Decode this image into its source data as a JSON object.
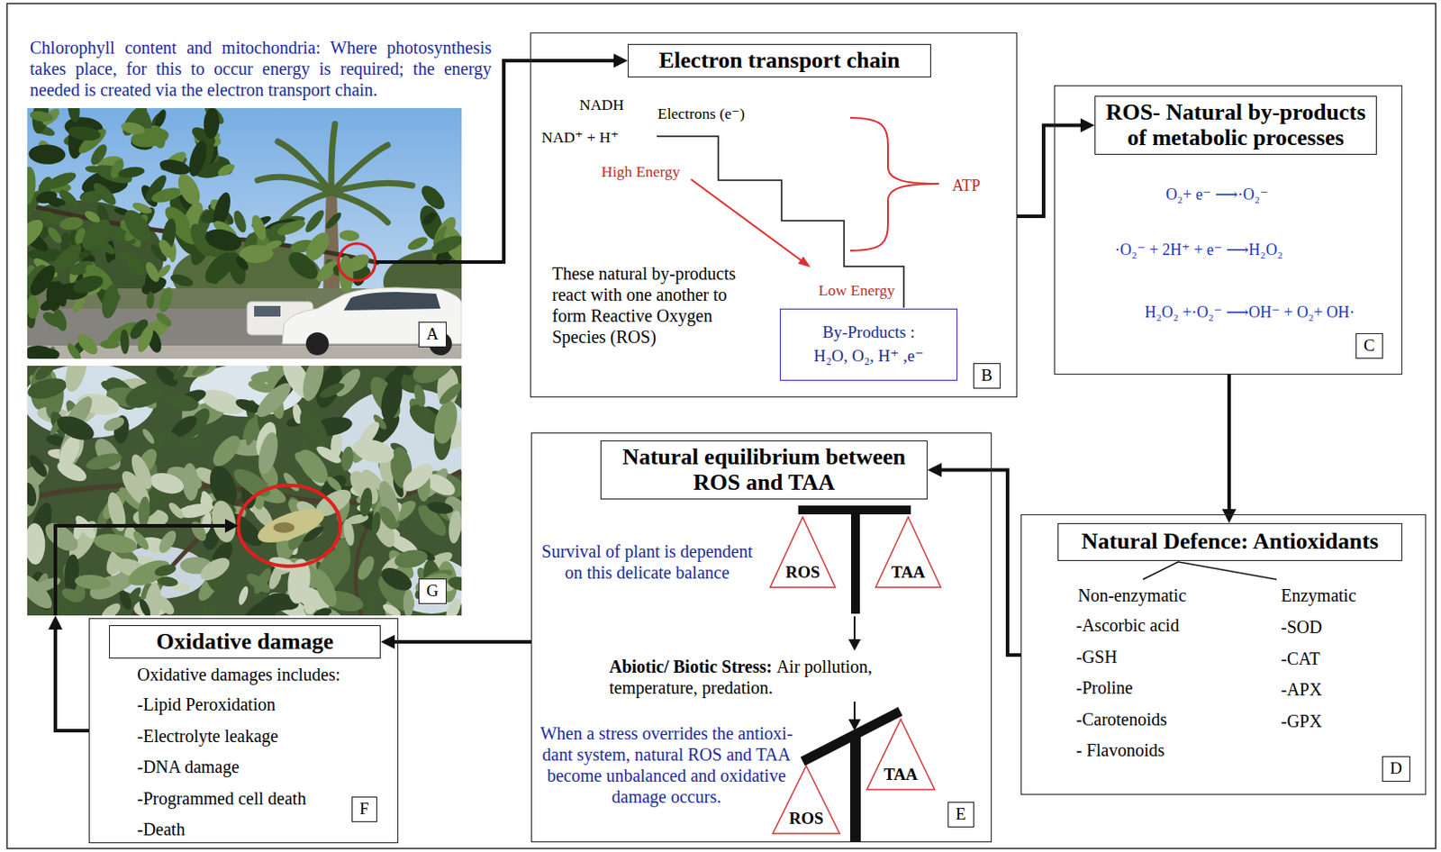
{
  "diagram": {
    "nodes": [
      {
        "text": [
          "A"
        ]
      },
      {
        "text": [
          "NADH",
          "NAD⁺ + H⁺",
          "Electrons (e⁻)",
          "High Energy",
          "ATP",
          "Low Energy",
          "These natural by-products react with one another to form Reactive Oxygen Species (ROS)",
          "B"
        ]
      },
      {
        "text": [
          "Electron transport chain"
        ],
        "in": 1
      },
      {
        "text": [
          "By-Products :",
          "H₂O, O₂, H⁺ ,e⁻"
        ],
        "in": 1
      },
      {
        "text": [
          "O₂+ e⁻ ⟶·O₂⁻",
          "·O₂⁻ + 2H⁺ + e⁻ ⟶H₂O₂",
          "H₂O₂ +·O₂⁻ ⟶OH⁻ + O₂+ OH·",
          "C"
        ]
      },
      {
        "text": [
          "ROS- Natural by-products of metabolic processes"
        ],
        "in": 4
      },
      {
        "text": [
          "G"
        ]
      },
      {
        "text": [
          "Survival of plant is dependent on this delicate balance",
          "Abiotic/ Biotic Stress:",
          "Air pollution, temperature, predation.",
          "When a stress overrides the antioxi- dant system, natural ROS and TAA become unbalanced and oxidative damage occurs.",
          "E"
        ]
      },
      {
        "text": [
          "Natural equilibrium between ROS and TAA"
        ],
        "in": 7
      },
      {
        "text": [
          "ROS"
        ],
        "in": 7
      },
      {
        "text": [
          "TAA"
        ],
        "in": 7
      },
      {
        "text": [
          "ROS"
        ],
        "in": 7
      },
      {
        "text": [
          "TAA"
        ],
        "in": 7
      },
      {
        "text": [
          "Non-enzymatic",
          "-Ascorbic acid",
          "-GSH",
          "-Proline",
          "-Carotenoids",
          "- Flavonoids",
          "Enzymatic",
          "-SOD",
          "-CAT",
          "-APX",
          "-GPX",
          "D"
        ]
      },
      {
        "text": [
          "Natural Defence: Antioxidants"
        ],
        "in": 13
      },
      {
        "text": [
          "Oxidative damages includes:",
          "-Lipid Peroxidation",
          "-Electrolyte leakage",
          "-DNA damage",
          "-Programmed cell death",
          "-Death",
          "F"
        ]
      },
      {
        "text": [
          "Oxidative damage"
        ],
        "in": 15
      }
    ],
    "edges": [
      {
        "from": 0,
        "to": 2,
        "arrow": "to"
      },
      {
        "from": 1,
        "to": 5,
        "arrow": "to"
      },
      {
        "from": 4,
        "to": 14,
        "arrow": "to"
      },
      {
        "from": 13,
        "to": 8,
        "arrow": "to"
      },
      {
        "from": 7,
        "to": 16,
        "arrow": "to"
      },
      {
        "from": 15,
        "to": 6,
        "arrow": "to"
      }
    ],
    "labels": [
      "Chlorophyll content and mitochondria: Where photosynthesis takes place, for this to occur energy is required; the energy needed is created via the electron transport chain."
    ]
  }
}
